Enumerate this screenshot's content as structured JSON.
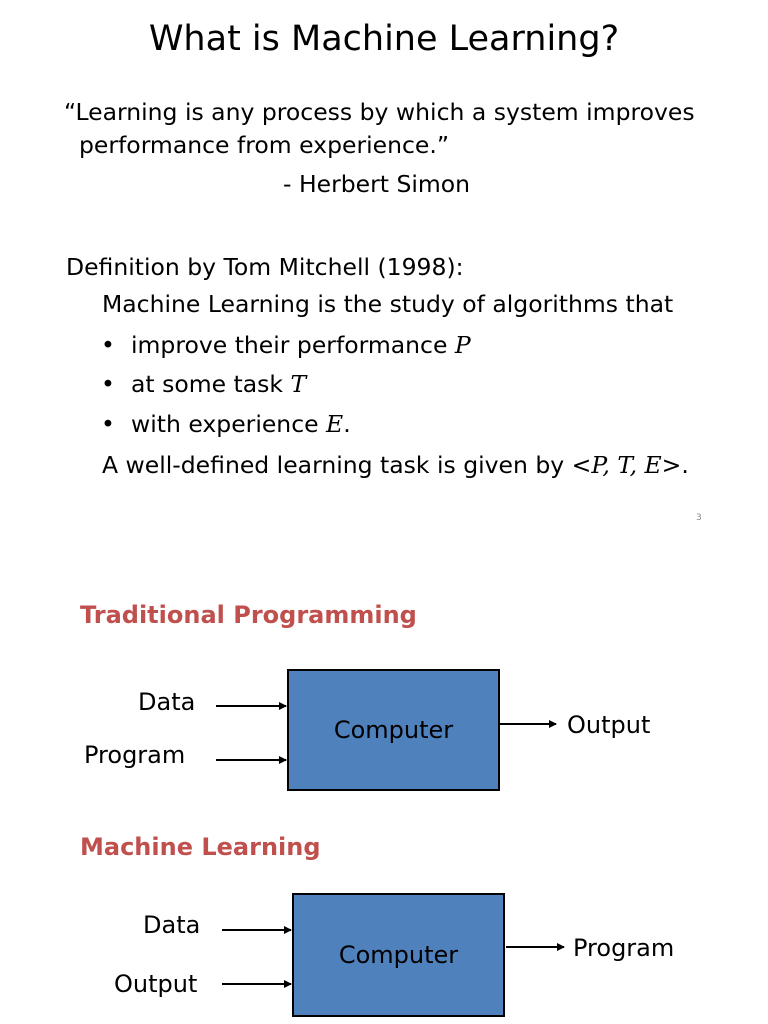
{
  "title": "What is Machine Learning?",
  "quote": {
    "line1": "“Learning is any process by which a system improves",
    "line2": "performance from experience.”",
    "attribution": "- Herbert Simon"
  },
  "definition": {
    "heading": "Definition by Tom Mitchell (1998):",
    "intro": "Machine Learning is the study of algorithms that",
    "bullets": [
      {
        "text": "improve their performance ",
        "symbol": "P",
        "suffix": ""
      },
      {
        "text": "at some task ",
        "symbol": "T",
        "suffix": ""
      },
      {
        "text": "with experience ",
        "symbol": "E",
        "suffix": "."
      }
    ],
    "closing_prefix": "A well-defined learning task is given by <",
    "closing_math": "P, T, E",
    "closing_suffix": ">."
  },
  "page_number": "3",
  "traditional": {
    "heading": "Traditional Programming",
    "input1": "Data",
    "input2": "Program",
    "box": "Computer",
    "output": "Output"
  },
  "ml": {
    "heading": "Machine Learning",
    "input1": "Data",
    "input2": "Output",
    "box": "Computer",
    "output": "Program"
  },
  "colors": {
    "heading_red": "#c0504d",
    "box_blue": "#4f81bd"
  }
}
